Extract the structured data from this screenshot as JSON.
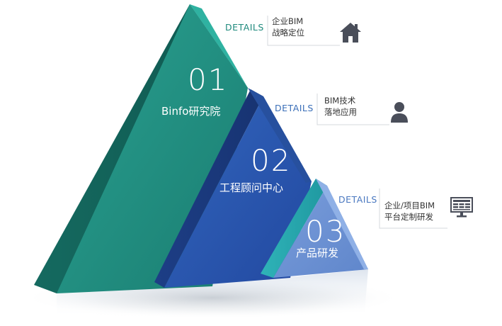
{
  "levels": [
    {
      "number": "01",
      "title": "Binfo研究院",
      "details_label": "DETAILS",
      "lines": [
        "企业BIM",
        "战略定位"
      ],
      "icon": "house-icon",
      "color": "#1f8a7d"
    },
    {
      "number": "02",
      "title": "工程顾问中心",
      "details_label": "DETAILS",
      "lines": [
        "BIM技术",
        "落地应用"
      ],
      "icon": "user-icon",
      "color": "#2a58ac"
    },
    {
      "number": "03",
      "title": "产品研发",
      "details_label": "DETAILS",
      "lines": [
        "企业/项目BIM",
        "平台定制研发"
      ],
      "icon": "monitor-icon",
      "color": "#6a8fd0"
    }
  ],
  "colors": {
    "details_text_1": "#1f8a7d",
    "details_text_2": "#3b6fb8",
    "details_text_3": "#4a78c0",
    "icon": "#4a4e5a"
  }
}
